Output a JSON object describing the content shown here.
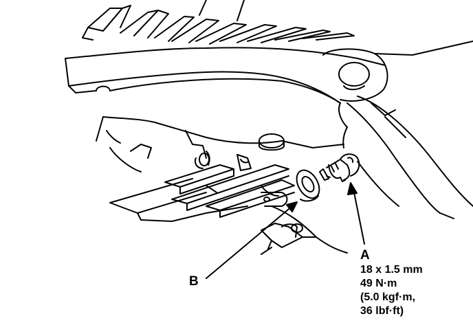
{
  "callouts": {
    "a": {
      "letter": "A",
      "spec_lines": [
        "18 x 1.5 mm",
        "49 N·m",
        "(5.0 kgf·m,",
        "36 lbf·ft)"
      ]
    },
    "b": {
      "letter": "B"
    }
  },
  "colors": {
    "ink": "#000000",
    "paper": "#ffffff"
  },
  "parts": {
    "a_icon": "bolt-icon",
    "b_icon": "sealing-washer-icon"
  }
}
